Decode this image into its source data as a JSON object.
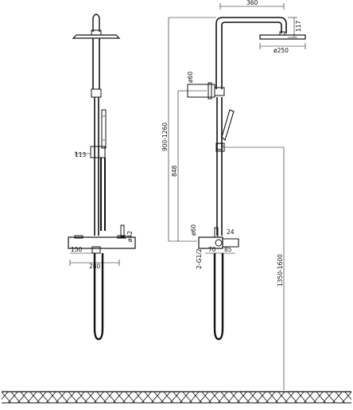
{
  "dimensions": {
    "top_width": "360",
    "head_offset": "117",
    "head_diameter": "ø250",
    "holder_diameter": "ø60",
    "slide_range": "900-1260",
    "slide_height": "848",
    "mixer_diameter": "ø60",
    "connection": "2-G1/2",
    "spacing_70": "70",
    "outlet_24": "24",
    "outlet_85": "85",
    "total_height": "1350-1600",
    "front_113": "113",
    "front_150": "150",
    "front_280": "280",
    "front_d42": "ø42"
  },
  "colors": {
    "line": "#111111",
    "background": "#ffffff"
  }
}
